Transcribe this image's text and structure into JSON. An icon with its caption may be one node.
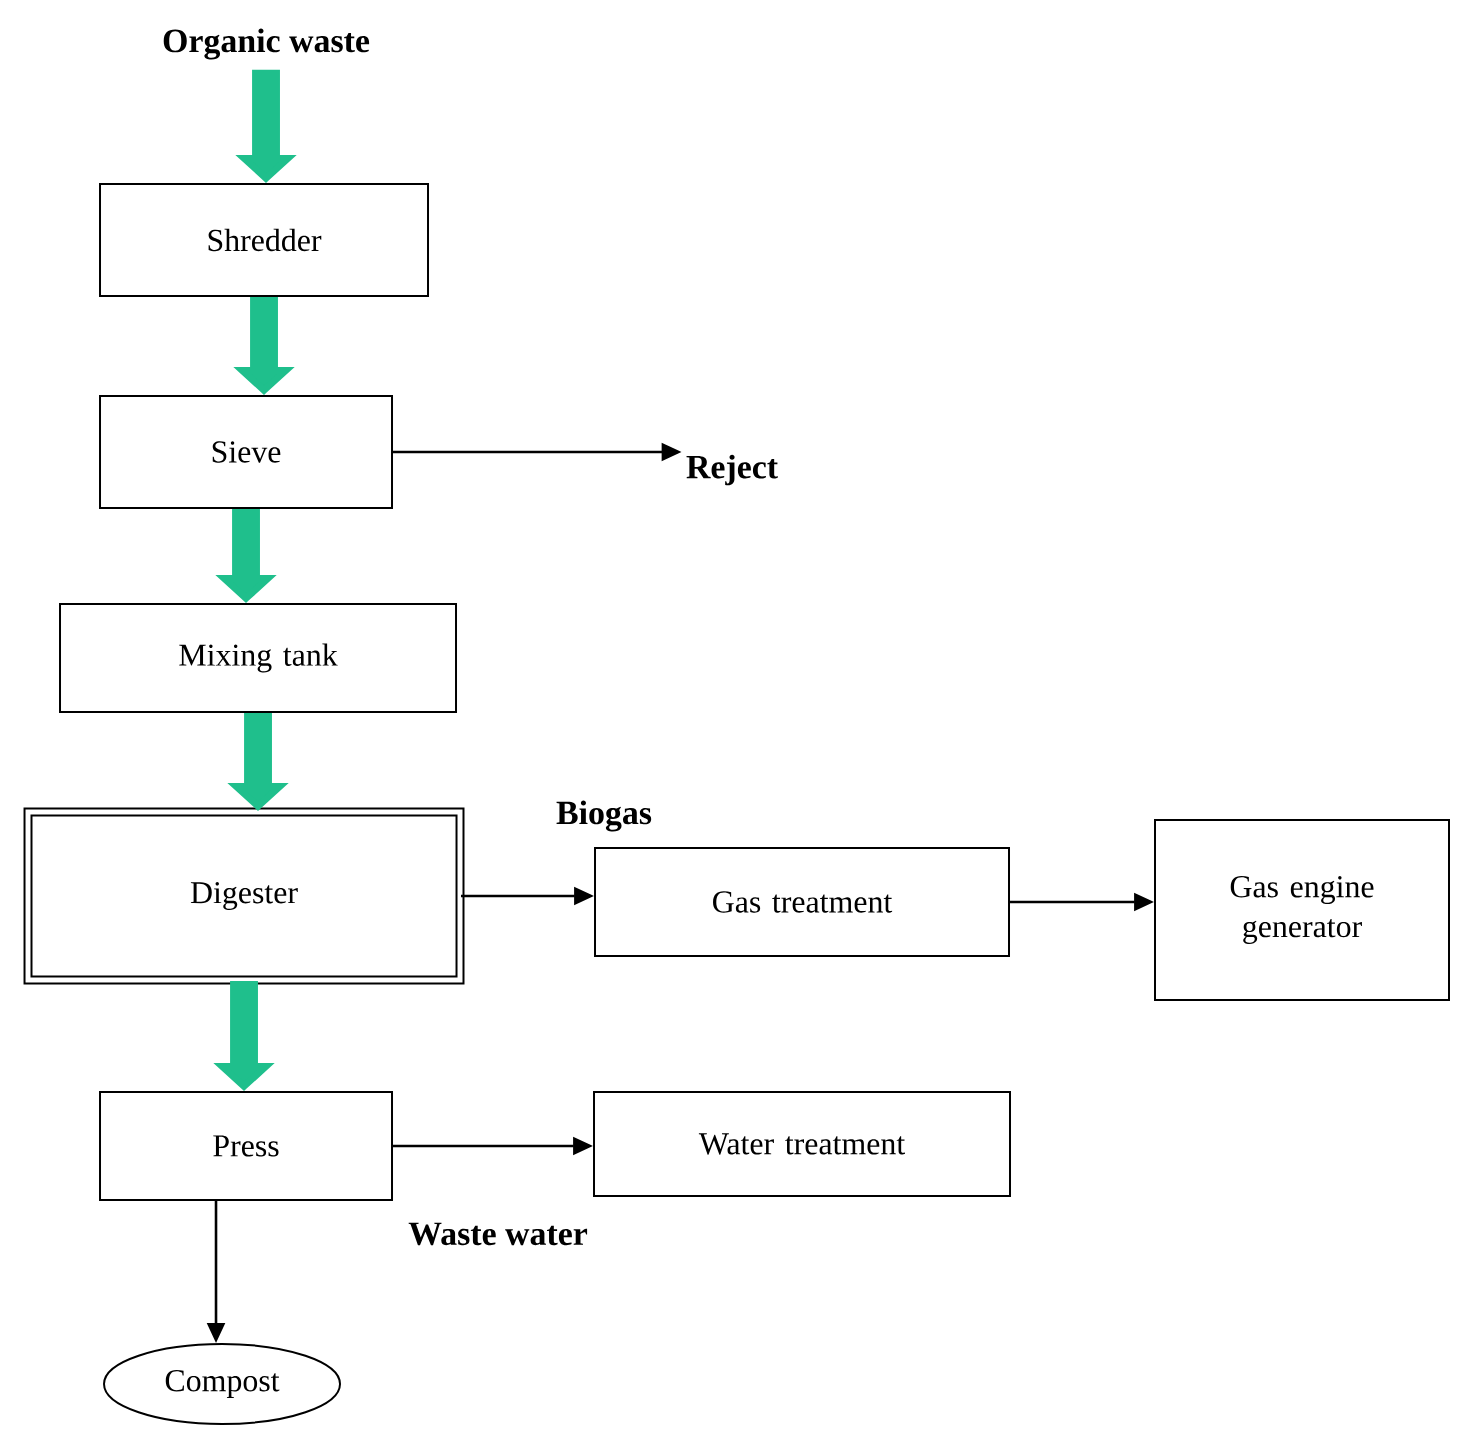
{
  "diagram": {
    "nodes": [
      {
        "text": [
          "Organic waste"
        ]
      },
      {
        "text": [
          "Shredder"
        ]
      },
      {
        "text": [
          "Sieve"
        ]
      },
      {
        "text": [
          "Reject"
        ]
      },
      {
        "text": [
          "Mixing tank"
        ]
      },
      {
        "text": [
          "Digester"
        ]
      },
      {
        "text": [
          "Gas treatment"
        ]
      },
      {
        "text": [
          "Gas engine generator"
        ]
      },
      {
        "text": [
          "Press"
        ]
      },
      {
        "text": [
          "Water treatment"
        ]
      },
      {
        "text": [
          "Compost"
        ]
      }
    ],
    "edges": [
      {
        "from": 0,
        "to": 1,
        "arrow": "to",
        "style": "thick",
        "color": "#1fbf8c"
      },
      {
        "from": 1,
        "to": 2,
        "arrow": "to",
        "style": "thick",
        "color": "#1fbf8c"
      },
      {
        "from": 2,
        "to": 3,
        "arrow": "to",
        "color": "#000000"
      },
      {
        "from": 2,
        "to": 4,
        "arrow": "to",
        "style": "thick",
        "color": "#1fbf8c"
      },
      {
        "from": 4,
        "to": 5,
        "arrow": "to",
        "style": "thick",
        "color": "#1fbf8c"
      },
      {
        "from": 5,
        "to": 6,
        "arrow": "to",
        "label": "Biogas",
        "color": "#000000"
      },
      {
        "from": 6,
        "to": 7,
        "arrow": "to",
        "color": "#000000"
      },
      {
        "from": 5,
        "to": 8,
        "arrow": "to",
        "style": "thick",
        "color": "#1fbf8c"
      },
      {
        "from": 8,
        "to": 9,
        "arrow": "to",
        "label": "Waste water",
        "color": "#000000"
      },
      {
        "from": 8,
        "to": 10,
        "arrow": "to",
        "color": "#000000"
      }
    ]
  }
}
